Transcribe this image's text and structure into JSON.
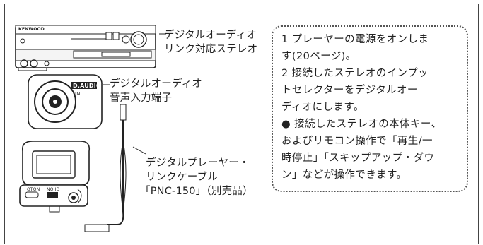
{
  "diagram": {
    "stereo_brand": "KENWOOD",
    "stereo_label": [
      "デジタルオーディオ",
      "リンク対応ステレオ"
    ],
    "jack_callout": "D.AUDIO",
    "jack_sublabel": "IN",
    "jack_label": [
      "デジタルオーディオ",
      "音声入力端子"
    ],
    "player_buttons": [
      "OTON",
      "NO ID"
    ],
    "cable_label": [
      "デジタルプレーヤー・",
      "リンクケーブル",
      "「PNC-150」（別売品）"
    ]
  },
  "instructions": {
    "lines": [
      "1  プレーヤーの電源をオンしま",
      "    す(20ページ)。",
      "2  接続したステレオのインプッ",
      "    トセレクターをデジタルオー",
      "    ディオにします。",
      "●  接続したステレオの本体キー、",
      "    およびリモコン操作で「再生/一",
      "    時停止」「スキップアップ・ダウ",
      "    ン」などが操作できます。"
    ]
  }
}
